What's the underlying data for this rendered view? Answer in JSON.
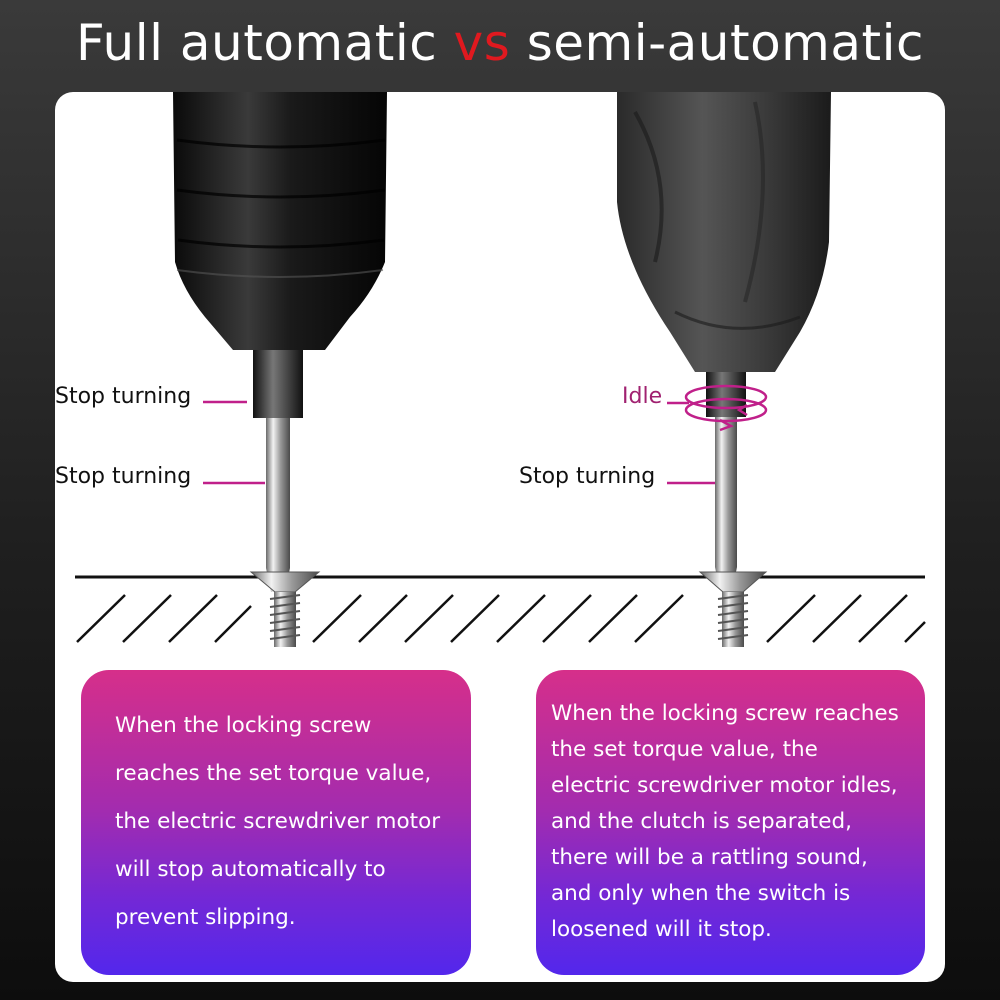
{
  "header": {
    "title_part1": "Full automatic ",
    "title_vs": "vs",
    "title_part2": " semi-automatic"
  },
  "left_tool": {
    "label_top": "Stop turning",
    "label_bottom": "Stop turning"
  },
  "right_tool": {
    "label_idle": "Idle",
    "label_bottom": "Stop turning"
  },
  "left_card": {
    "text": "When the locking screw\nreaches the set torque value,\nthe electric screwdriver motor\nwill stop automatically to\nprevent slipping."
  },
  "right_card": {
    "text": "When the locking screw reaches\nthe set torque value, the\nelectric screwdriver motor idles,\nand the clutch is separated,\nthere will be a rattling sound,\nand only when the switch is\nloosened will it stop."
  },
  "colors": {
    "vs_red": "#e0191f",
    "leader_magenta": "#c0208a",
    "card_gradient_top": "#d62f8a",
    "card_gradient_bottom": "#5327ec"
  }
}
